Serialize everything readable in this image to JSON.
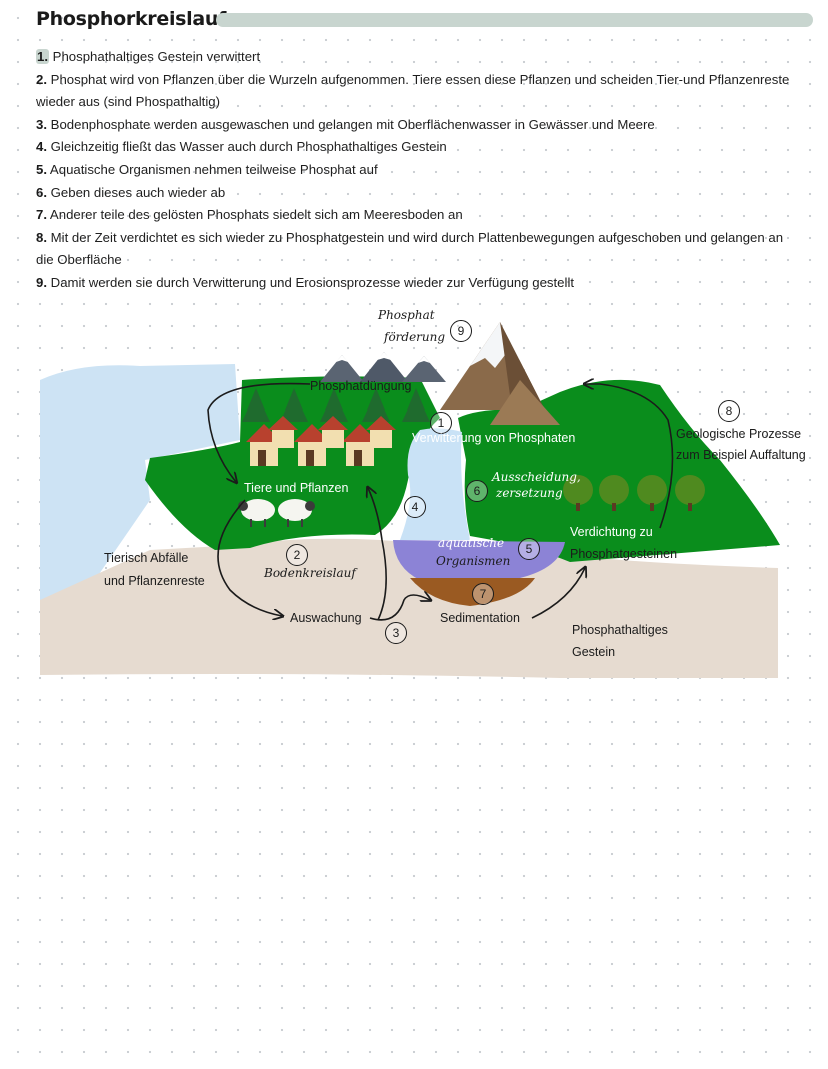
{
  "title": "Phosphorkreislauf",
  "steps": [
    {
      "num": "1.",
      "text": " Phosphathaltiges Gestein verwittert"
    },
    {
      "num": "2.",
      "text": " Phosphat wird von Pflanzen über die Wurzeln aufgenommen. Tiere essen diese Pflanzen und scheiden Tier-und Pflanzenreste"
    },
    {
      "num": "",
      "text": "wieder aus (sind Phospathaltig)"
    },
    {
      "num": "3.",
      "text": " Bodenphosphate werden ausgewaschen und gelangen mit Oberflächenwasser in Gewässer und Meere"
    },
    {
      "num": "4.",
      "text": " Gleichzeitig fließt das Wasser auch durch Phosphathaltiges Gestein"
    },
    {
      "num": "5.",
      "text": " Aquatische Organismen nehmen teilweise Phosphat auf"
    },
    {
      "num": "6.",
      "text": " Geben dieses auch wieder ab"
    },
    {
      "num": "7.",
      "text": " Anderer teile des gelösten Phosphats siedelt sich am Meeresboden an"
    },
    {
      "num": "8.",
      "text": " Mit der Zeit verdichtet es sich wieder zu Phosphatgestein und wird durch Plattenbewegungen aufgeschoben und gelangen an"
    },
    {
      "num": "",
      "text": "die Oberfläche"
    },
    {
      "num": "9.",
      "text": " Damit werden sie durch Verwitterung und Erosionsprozesse wieder zur Verfügung gestellt"
    }
  ],
  "diagram": {
    "labels": {
      "phosphat_foerderung_1": "Phosphat",
      "phosphat_foerderung_2": "förderung",
      "phosphatduengung": "Phosphatdüngung",
      "verwitterung": "Verwitterung von Phosphaten",
      "geologische_1": "Geologische Prozesse",
      "geologische_2": "zum Beispiel Auffaltung",
      "tiere_pflanzen": "Tiere und Pflanzen",
      "ausscheidung_1": "Ausscheidung,",
      "ausscheidung_2": "zersetzung",
      "tierisch_1": "Tierisch Abfälle",
      "tierisch_2": "und Pflanzenreste",
      "bodenkreislauf": "Bodenkreislauf",
      "aquatische_1": "aquatische",
      "aquatische_2": "Organismen",
      "verdichtung_1": "Verdichtung zu",
      "verdichtung_2": "Phosphatgesteinen",
      "auswachung": "Auswachung",
      "sedimentation": "Sedimentation",
      "gestein_1": "Phosphathaltiges",
      "gestein_2": "Gestein"
    },
    "numbers": {
      "n1": "1",
      "n2": "2",
      "n3": "3",
      "n4": "4",
      "n5": "5",
      "n6": "6",
      "n7": "7",
      "n8": "8",
      "n9": "9"
    },
    "colors": {
      "grass": "#0a8d1c",
      "sky": "#cde3f4",
      "ground": "#e6dbd0",
      "water": "#c9e2f6",
      "aquatic": "#8c83d6",
      "sediment": "#9a5a22"
    }
  }
}
